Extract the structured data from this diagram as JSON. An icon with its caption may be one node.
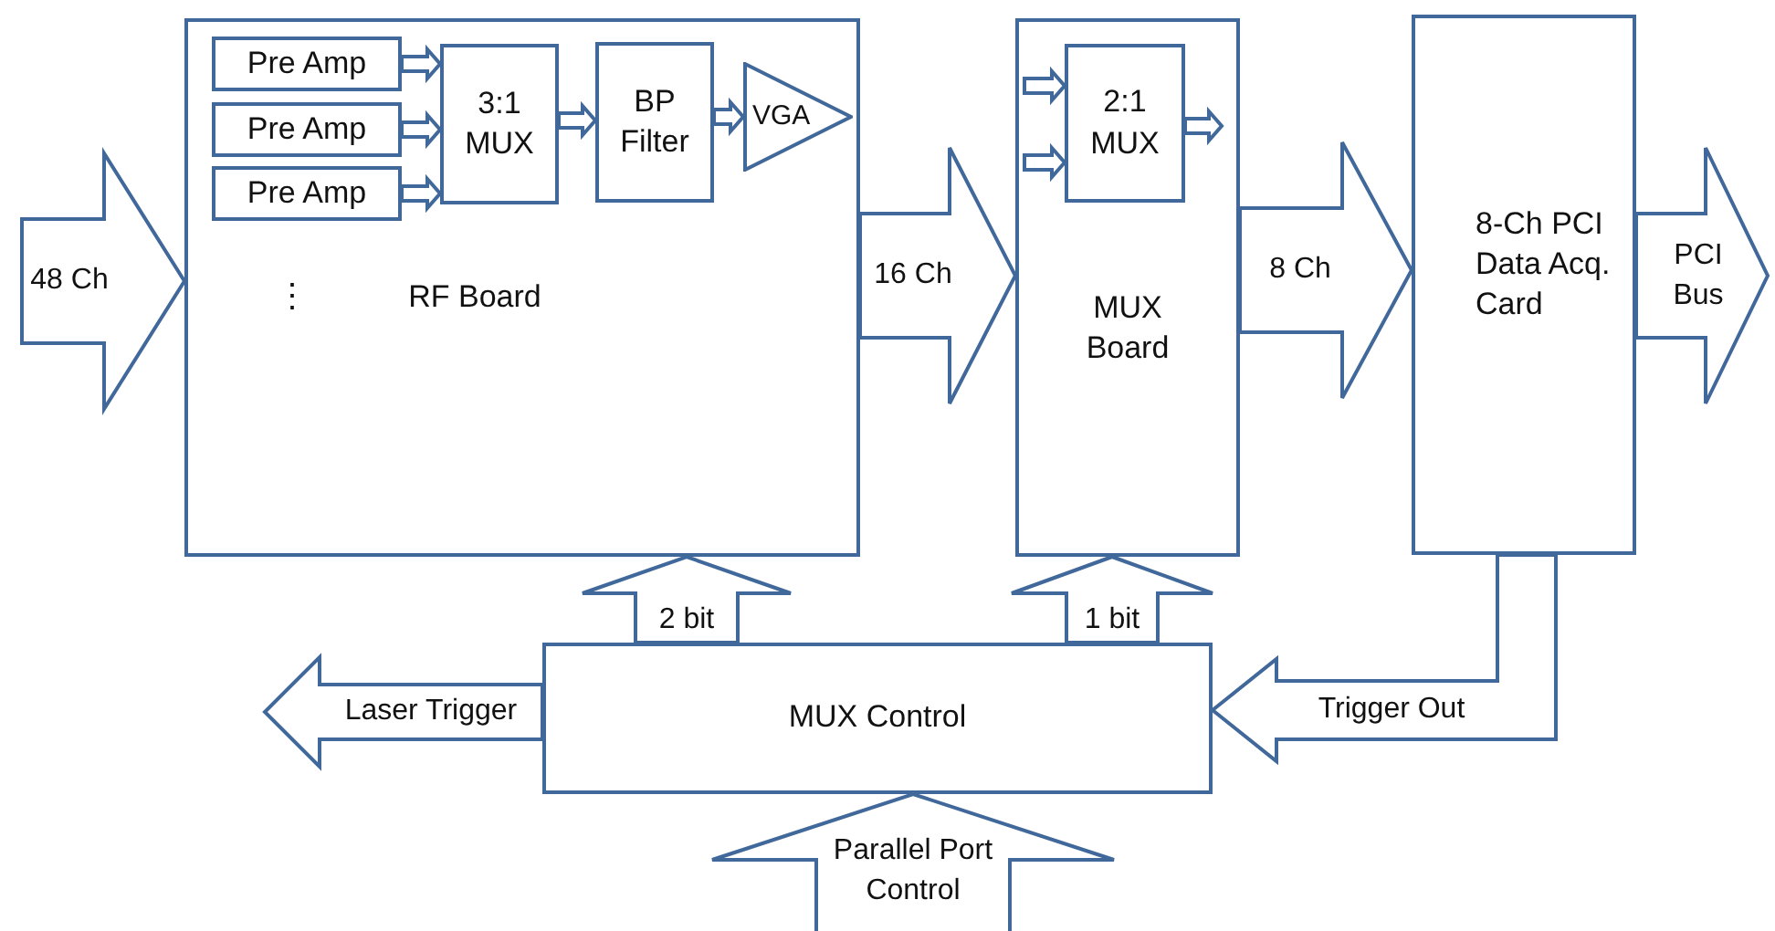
{
  "diagram": {
    "nodes": [
      {
        "text": [
          "RF Board"
        ]
      },
      {
        "text": [
          "Pre Amp"
        ],
        "in": 0
      },
      {
        "text": [
          "Pre Amp"
        ],
        "in": 0
      },
      {
        "text": [
          "Pre Amp"
        ],
        "in": 0
      },
      {
        "text": [
          "3:1 MUX"
        ],
        "in": 0
      },
      {
        "text": [
          "BP Filter"
        ],
        "in": 0
      },
      {
        "text": [
          "VGA"
        ],
        "in": 0
      },
      {
        "text": [
          "MUX Board"
        ]
      },
      {
        "text": [
          "2:1 MUX"
        ],
        "in": 7
      },
      {
        "text": [
          "8-Ch PCI Data Acq. Card"
        ]
      },
      {
        "text": [
          "MUX Control"
        ]
      }
    ],
    "edges": [
      {
        "from": null,
        "to": 0,
        "arrow": "to",
        "label": "48 Ch"
      },
      {
        "from": 0,
        "to": 7,
        "arrow": "to",
        "label": "16 Ch"
      },
      {
        "from": 7,
        "to": 9,
        "arrow": "to",
        "label": "8 Ch"
      },
      {
        "from": 9,
        "to": null,
        "arrow": "to",
        "label": "PCI Bus"
      },
      {
        "from": 10,
        "to": 0,
        "arrow": "to",
        "label": "2 bit"
      },
      {
        "from": 10,
        "to": 7,
        "arrow": "to",
        "label": "1 bit"
      },
      {
        "from": 10,
        "to": null,
        "arrow": "to",
        "label": "Laser Trigger"
      },
      {
        "from": 9,
        "to": 10,
        "arrow": "to",
        "label": "Trigger Out"
      },
      {
        "from": null,
        "to": 10,
        "arrow": "to",
        "label": "Parallel Port Control"
      },
      {
        "from": 1,
        "to": 4,
        "arrow": "to"
      },
      {
        "from": 2,
        "to": 4,
        "arrow": "to"
      },
      {
        "from": 3,
        "to": 4,
        "arrow": "to"
      },
      {
        "from": 4,
        "to": 5,
        "arrow": "to"
      },
      {
        "from": 5,
        "to": 6,
        "arrow": "to"
      },
      {
        "from": null,
        "to": 8,
        "arrow": "to"
      },
      {
        "from": null,
        "to": 8,
        "arrow": "to"
      },
      {
        "from": 8,
        "to": null,
        "arrow": "to"
      }
    ],
    "labels": [
      "⋮"
    ]
  }
}
